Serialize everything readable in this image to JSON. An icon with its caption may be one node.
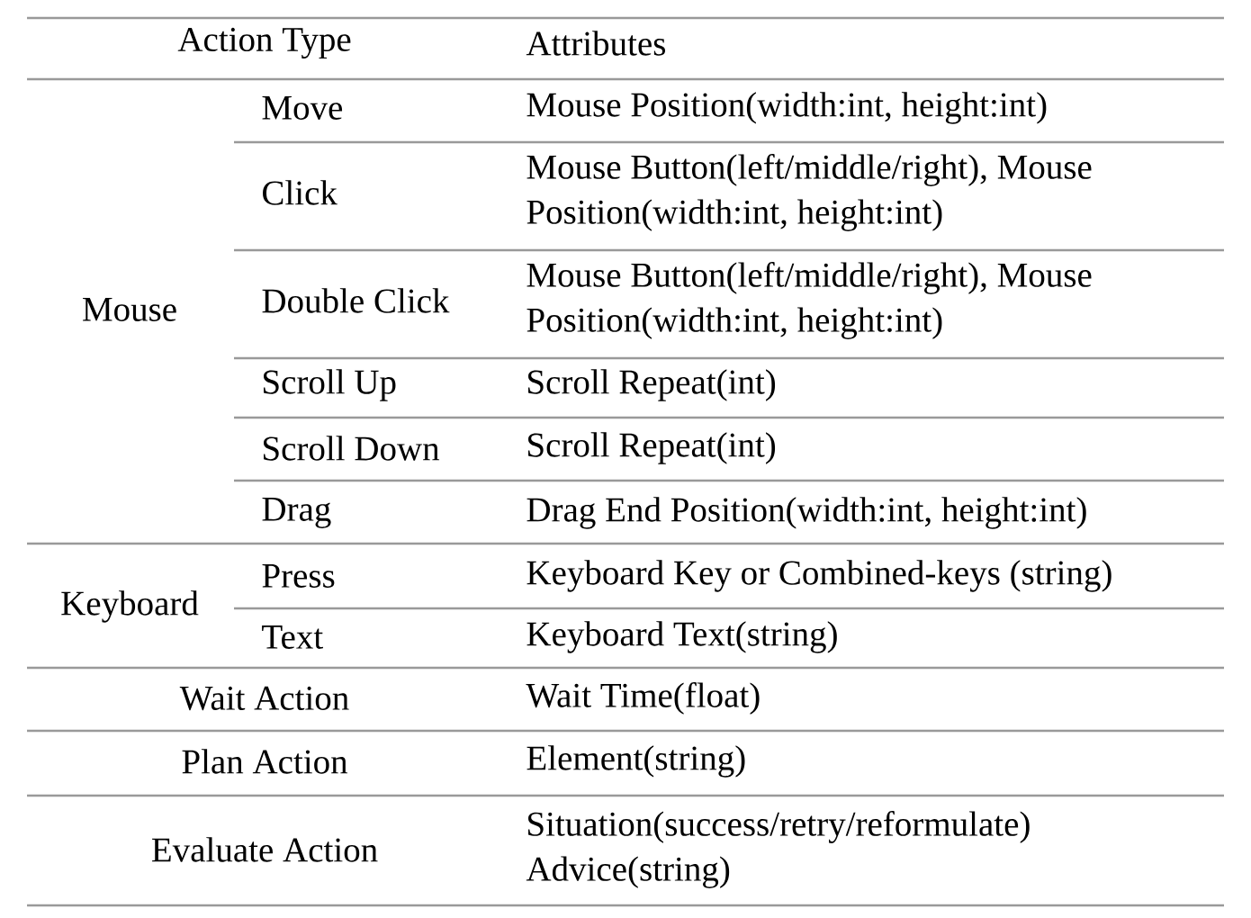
{
  "diagram": {
    "labels": [
      "Action Type",
      "Attributes",
      "Mouse",
      "Move",
      "Mouse Position(width:int, height:int)",
      "Click",
      "Mouse Button(left/middle/right), Mouse Position(width:int, height:int)",
      "Double Click",
      "Mouse Button(left/middle/right), Mouse Position(width:int, height:int)",
      "Scroll Up",
      "Scroll Repeat(int)",
      "Scroll Down",
      "Scroll Repeat(int)",
      "Drag",
      "Drag End Position(width:int, height:int)",
      "Keyboard",
      "Press",
      "Keyboard Key or Combined-keys (string)",
      "Text",
      "Keyboard Text(string)",
      "Wait Action",
      "Wait Time(float)",
      "Plan Action",
      "Element(string)",
      "Evaluate Action",
      "Situation(success/retry/reformulate) Advice(string)"
    ]
  }
}
